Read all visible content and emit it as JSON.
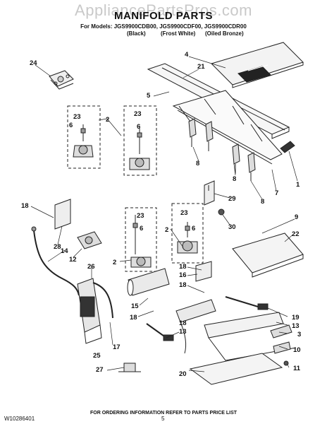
{
  "header": {
    "watermark": "AppliancePartsPros.com",
    "title": "MANIFOLD PARTS",
    "models_line": "For Models: JGS9900CDB00, JGS9900CDF00, JGS9900CDR00",
    "finishes": [
      "(Black)",
      "(Frost White)",
      "(Oiled Bronze)"
    ]
  },
  "callouts": [
    "24",
    "4",
    "21",
    "5",
    "2",
    "23",
    "6",
    "23",
    "6",
    "8",
    "8",
    "8",
    "7",
    "1",
    "29",
    "30",
    "18",
    "9",
    "22",
    "23",
    "6",
    "23",
    "6",
    "28",
    "14",
    "12",
    "26",
    "2",
    "2",
    "18",
    "16",
    "18",
    "15",
    "18",
    "19",
    "13",
    "18",
    "13",
    "3",
    "10",
    "17",
    "25",
    "20",
    "27",
    "11"
  ],
  "footer": {
    "note": "FOR ORDERING INFORMATION REFER TO PARTS PRICE LIST",
    "doc_number": "W10286401",
    "page_number": "5"
  }
}
